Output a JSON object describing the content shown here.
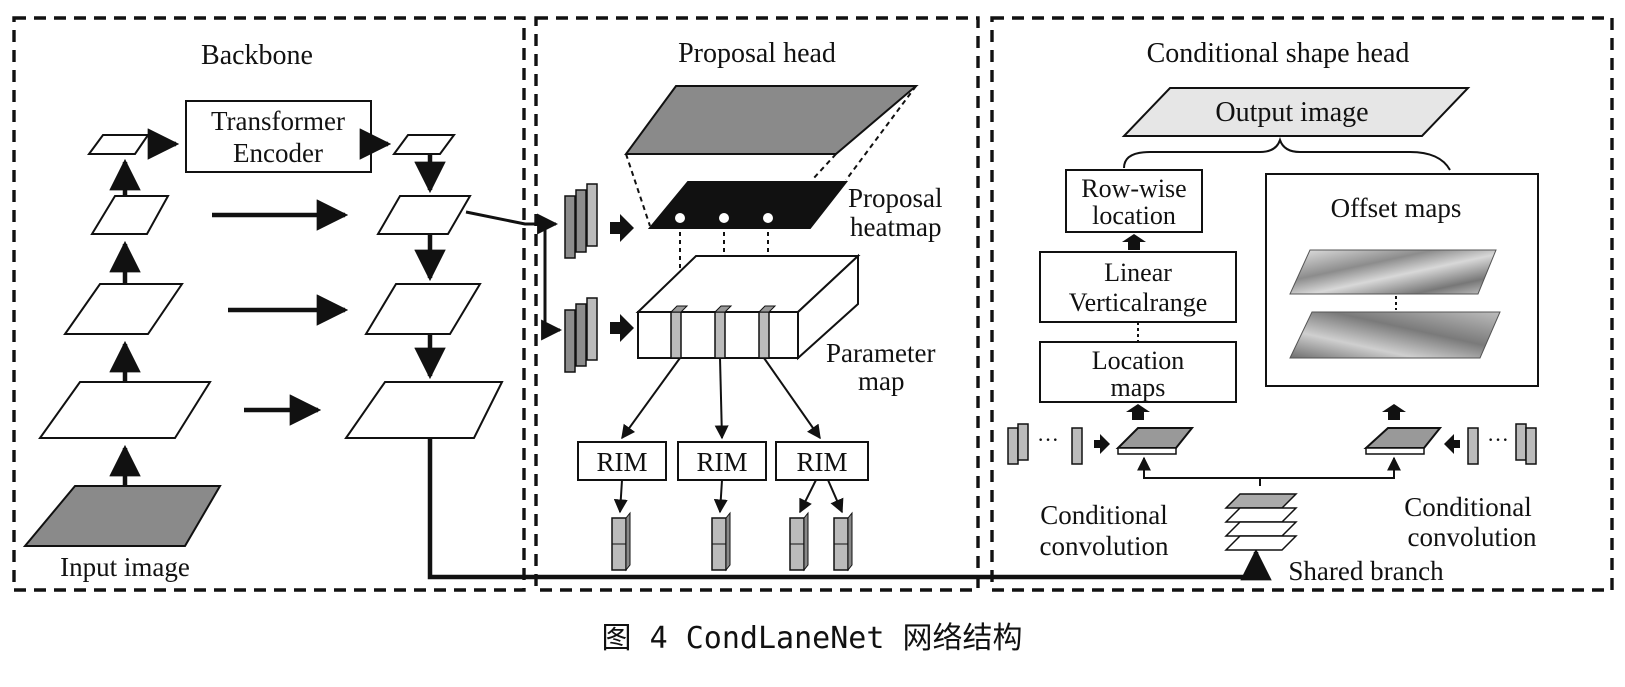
{
  "sections": {
    "backbone": "Backbone",
    "proposal": "Proposal head",
    "conditional": "Conditional shape head"
  },
  "backbone": {
    "transformer_line1": "Transformer",
    "transformer_line2": "Encoder",
    "input_image": "Input image"
  },
  "proposal": {
    "heatmap_line1": "Proposal",
    "heatmap_line2": "heatmap",
    "param_line1": "Parameter",
    "param_line2": "map",
    "rim": [
      "RIM",
      "RIM",
      "RIM"
    ]
  },
  "conditional": {
    "output_image": "Output image",
    "row_wise_line1": "Row-wise",
    "row_wise_line2": "location",
    "linear_line1": "Linear",
    "linear_line2": "Verticalrange",
    "location_line1": "Location",
    "location_line2": "maps",
    "offset_maps": "Offset maps",
    "cond_conv_left_line1": "Conditional",
    "cond_conv_left_line2": "convolution",
    "cond_conv_right_line1": "Conditional",
    "cond_conv_right_line2": "convolution",
    "shared_branch": "Shared branch"
  },
  "caption": "图 4  CondLaneNet 网络结构"
}
